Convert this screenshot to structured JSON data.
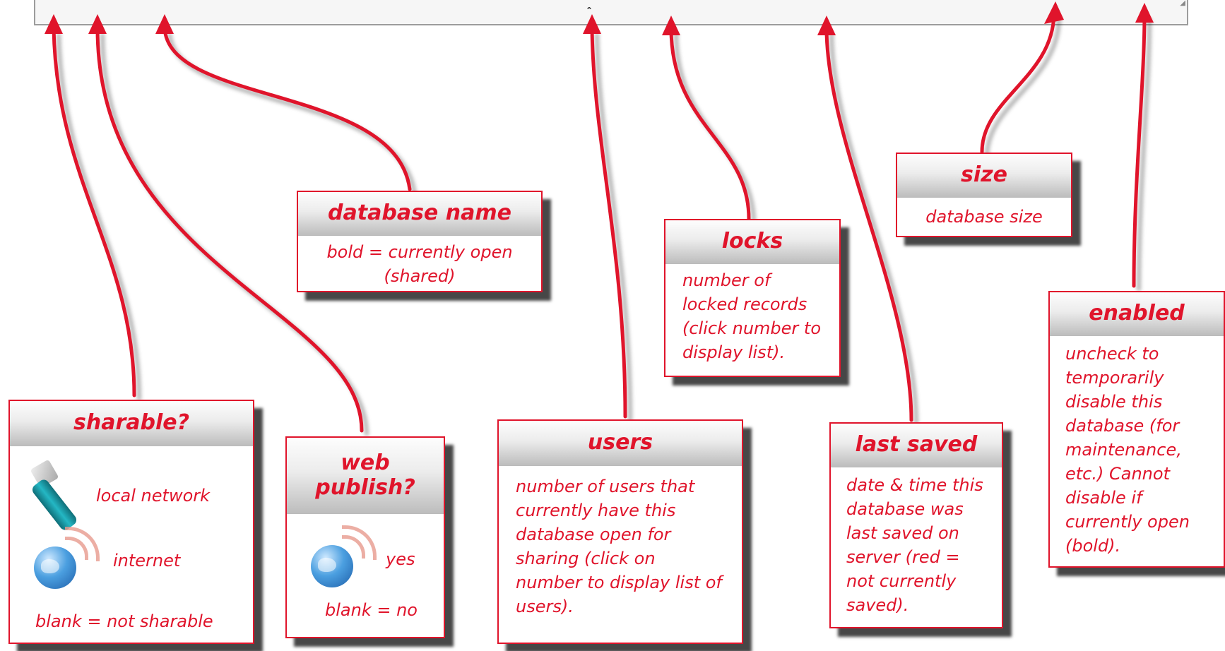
{
  "callouts": {
    "sharable": {
      "title": "sharable?",
      "local_network": "local network",
      "internet": "internet",
      "blank": "blank = not sharable"
    },
    "web_publish": {
      "title": "web publish?",
      "yes": "yes",
      "blank": "blank = no"
    },
    "database_name": {
      "title": "database name",
      "body": "bold = currently open (shared)"
    },
    "users": {
      "title": "users",
      "body": "number of users that currently have this database open for sharing (click on number to display list of users)."
    },
    "locks": {
      "title": "locks",
      "body": "number of locked records (click number to display list)."
    },
    "last_saved": {
      "title": "last saved",
      "body": "date & time this database was last saved on server (red = not currently saved)."
    },
    "size": {
      "title": "size",
      "body": "database size"
    },
    "enabled": {
      "title": "enabled",
      "body": "uncheck to temporarily disable this database (for maintenance, etc.) Cannot disable if currently open (bold)."
    }
  },
  "colors": {
    "accent": "#e0142b",
    "shadow": "#000000",
    "header_gradient_top": "#fdfdfd",
    "header_gradient_bottom": "#bdbdbd"
  },
  "icons": [
    "ethernet-cable-icon",
    "globe-wireless-icon"
  ]
}
